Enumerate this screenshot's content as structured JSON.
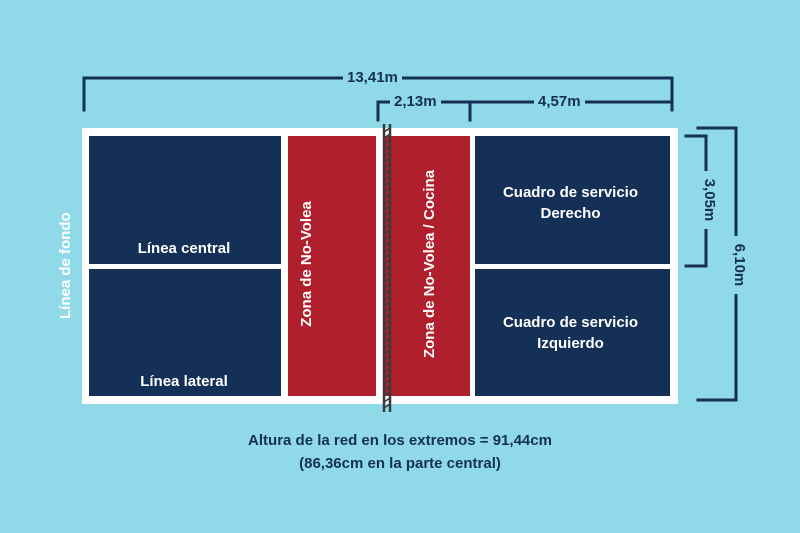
{
  "dimensions": {
    "total_length": "13,41m",
    "kitchen_depth": "2,13m",
    "service_depth": "4,57m",
    "half_width": "3,05m",
    "full_width": "6,10m"
  },
  "labels": {
    "baseline": "Línea de fondo",
    "center_line": "Línea central",
    "sideline": "Línea lateral",
    "no_volley_left": "Zona de No-Volea",
    "no_volley_right": "Zona de No-Volea / Cocina",
    "service_right_line1": "Cuadro de servicio",
    "service_right_line2": "Derecho",
    "service_left_line1": "Cuadro de servicio",
    "service_left_line2": "Izquierdo"
  },
  "net_note": {
    "line1": "Altura de la red en los extremos = 91,44cm",
    "line2": "(86,36cm en la parte central)"
  },
  "colors": {
    "background": "#8fd9e8",
    "service_box": "#153057",
    "no_volley_zone": "#b01f2c",
    "lines": "#ffffff",
    "dimension_ink": "#153057"
  }
}
